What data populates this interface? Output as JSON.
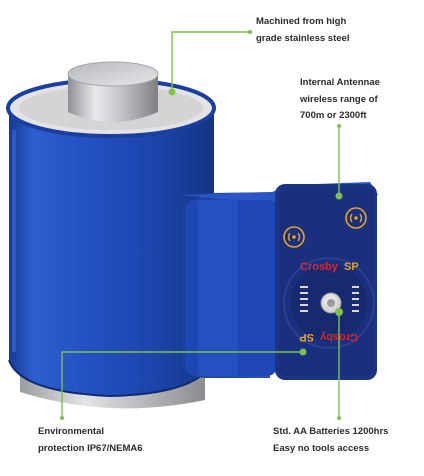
{
  "callouts": {
    "material": [
      "Machined from high",
      "grade stainless steel"
    ],
    "antenna": [
      "Internal Antennae",
      "wireless range of",
      "700m or 2300ft"
    ],
    "environment": [
      "Environmental",
      "protection IP67/NEMA6"
    ],
    "batteries": [
      "Std. AA Batteries 1200hrs",
      "Easy no tools access"
    ]
  },
  "device": {
    "brand_top": "Crosby",
    "logo_top": "SP",
    "brand_bottom": "Crosby",
    "logo_bottom": "SP"
  },
  "colors": {
    "body_blue": "#1f47b0",
    "accent_green": "#7dc24a",
    "label_red": "#d8262e",
    "antenna_gold": "#e4a324",
    "housing_navy": "#1a2f7d"
  }
}
